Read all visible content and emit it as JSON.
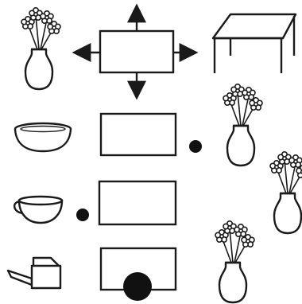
{
  "worksheet": {
    "colors": {
      "ink": "#1a1a1a",
      "paper": "#ffffff"
    },
    "example_row": {
      "left_object": "vase-with-flowers-icon",
      "center": "rectangle-with-four-arrows",
      "right_object": "table-icon"
    },
    "rows": [
      {
        "left_object": "bowl-icon",
        "dot": "small-dot",
        "dot_side": "right",
        "right_object": "vase-with-flowers-icon"
      },
      {
        "left_object": "teacup-icon",
        "dot": "small-dot",
        "dot_side": "left",
        "right_object": "vase-with-flowers-icon"
      },
      {
        "left_object": "watering-can-icon",
        "dot": "large-dot",
        "dot_side": "below",
        "right_object": "vase-with-flowers-icon"
      }
    ]
  }
}
